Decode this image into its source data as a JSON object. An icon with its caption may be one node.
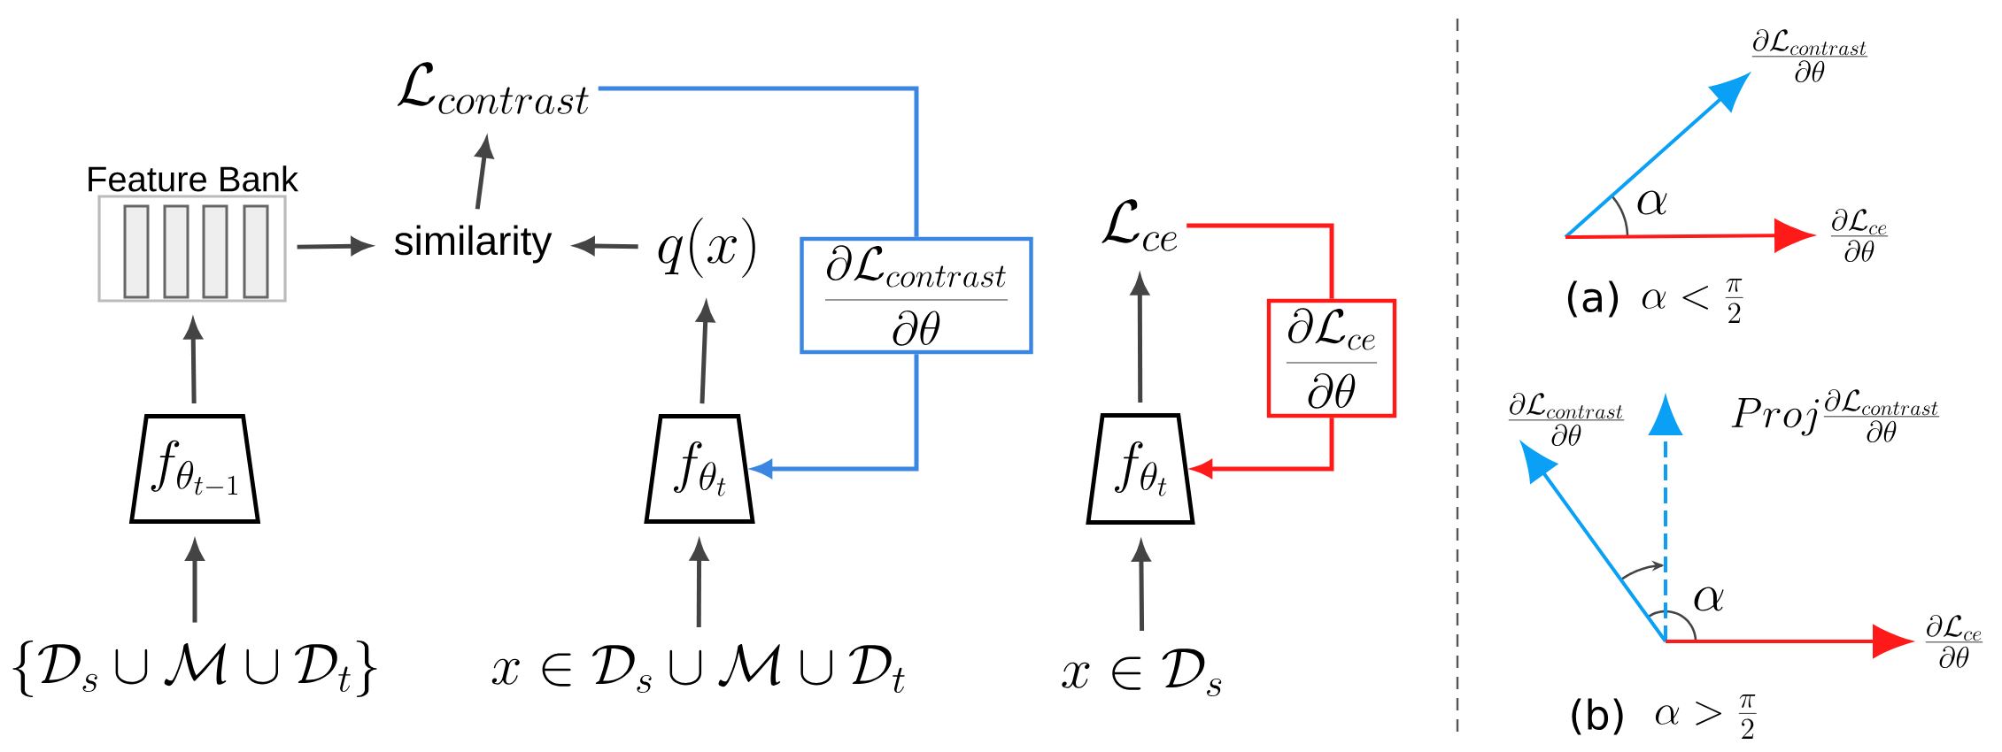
{
  "diagram": {
    "nodes": [
      {
        "text": [
          "Feature Bank"
        ]
      },
      {
        "text": [
          "\\mathcal{L}_{contrast}"
        ]
      },
      {
        "text": [
          "similarity"
        ]
      },
      {
        "text": [
          "q(x)"
        ]
      },
      {
        "text": [
          "\\frac{\\partial\\mathcal{L}_{contrast}}{\\partial\\theta}"
        ]
      },
      {
        "text": [
          "\\mathcal{L}_{ce}"
        ]
      },
      {
        "text": [
          "\\frac{\\partial\\mathcal{L}_{ce}}{\\partial\\theta}"
        ]
      },
      {
        "text": [
          "f_{\\theta_{t-1}}"
        ]
      },
      {
        "text": [
          "f_{\\theta_t}"
        ]
      },
      {
        "text": [
          "f_{\\theta_t}"
        ]
      },
      {
        "text": [
          "\\{\\mathcal{D}_s\\cup\\mathcal{M}\\cup\\mathcal{D}_t\\}"
        ]
      },
      {
        "text": [
          "x\\in\\mathcal{D}_s\\cup\\mathcal{M}\\cup\\mathcal{D}_t"
        ]
      },
      {
        "text": [
          "x\\in\\mathcal{D}_s"
        ]
      }
    ],
    "edges": [
      {
        "from": 10,
        "to": 7,
        "arrow": "to"
      },
      {
        "from": 7,
        "to": 0,
        "arrow": "to"
      },
      {
        "from": 0,
        "to": 2,
        "arrow": "to"
      },
      {
        "from": 3,
        "to": 2,
        "arrow": "to"
      },
      {
        "from": 2,
        "to": 1,
        "arrow": "to"
      },
      {
        "from": 11,
        "to": 8,
        "arrow": "to"
      },
      {
        "from": 8,
        "to": 3,
        "arrow": "to"
      },
      {
        "from": 1,
        "to": 4,
        "arrow": "none",
        "color": "#3b86e0"
      },
      {
        "from": 4,
        "to": 8,
        "arrow": "to",
        "color": "#3b86e0"
      },
      {
        "from": 12,
        "to": 9,
        "arrow": "to"
      },
      {
        "from": 9,
        "to": 5,
        "arrow": "to"
      },
      {
        "from": 5,
        "to": 6,
        "arrow": "none",
        "color": "#ff1a1a"
      },
      {
        "from": 6,
        "to": 9,
        "arrow": "to",
        "color": "#ff1a1a"
      }
    ],
    "labels": [
      "\\frac{\\partial\\mathcal{L}_{contrast}}{\\partial\\theta}",
      "\\alpha",
      "\\frac{\\partial\\mathcal{L}_{ce}}{\\partial\\theta}",
      "(a)",
      "\\alpha<\\frac{\\pi}{2}",
      "\\frac{\\partial\\mathcal{L}_{contrast}}{\\partial\\theta}",
      "Proj\\frac{\\partial\\mathcal{L}_{contrast}}{\\partial\\theta}",
      "\\alpha",
      "\\frac{\\partial\\mathcal{L}_{ce}}{\\partial\\theta}",
      "(b)",
      "\\alpha>\\frac{\\pi}{2}"
    ]
  }
}
